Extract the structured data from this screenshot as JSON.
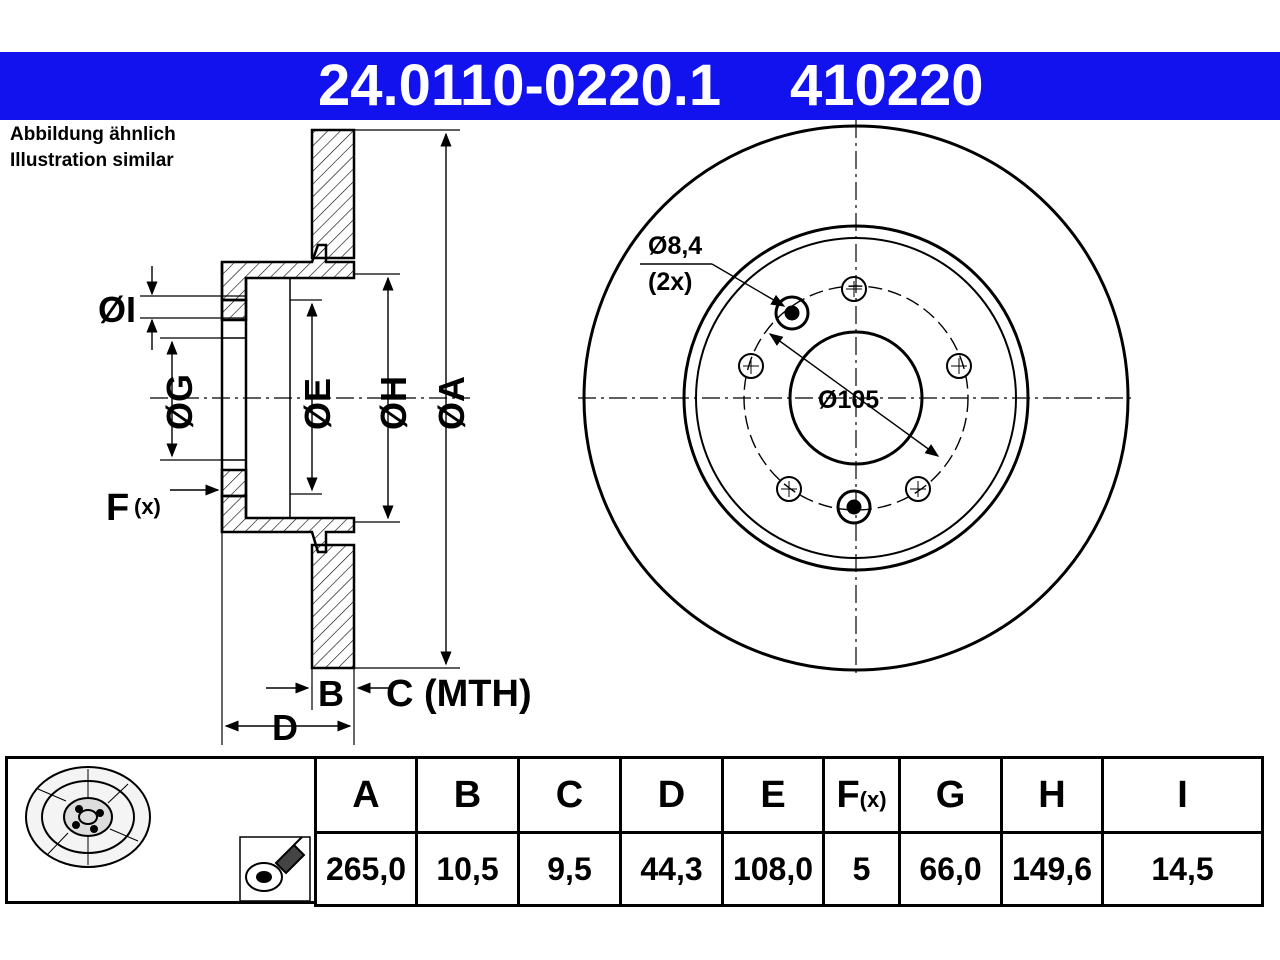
{
  "header": {
    "part_number": "24.0110-0220.1",
    "ref_number": "410220",
    "color": "#1212ee"
  },
  "note": {
    "line1": "Abbildung ähnlich",
    "line2": "Illustration similar"
  },
  "drawing": {
    "labels": {
      "i": "ØI",
      "g": "ØG",
      "e": "ØE",
      "h": "ØH",
      "a": "ØA",
      "f": "F",
      "f_suffix": "(x)",
      "b": "B",
      "c": "C (MTH)",
      "d": "D",
      "hole": "Ø8,4",
      "hole_count": "(2x)",
      "pcd": "Ø105"
    }
  },
  "specs": {
    "headers": [
      "A",
      "B",
      "C",
      "D",
      "E",
      "F",
      "G",
      "H",
      "I"
    ],
    "f_suffix": "(x)",
    "values": [
      "265,0",
      "10,5",
      "9,5",
      "44,3",
      "108,0",
      "5",
      "66,0",
      "149,6",
      "14,5"
    ]
  }
}
